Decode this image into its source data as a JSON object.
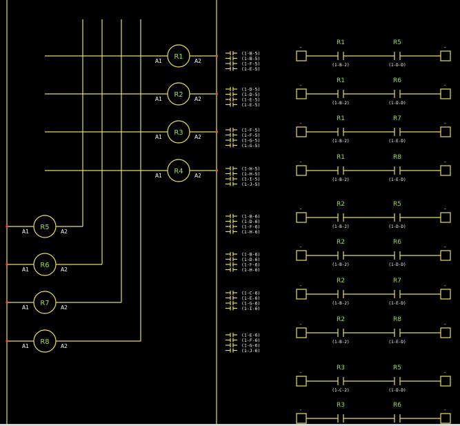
{
  "top_coils": [
    {
      "name": "R1",
      "pin_left": "A1",
      "pin_right": "A2"
    },
    {
      "name": "R2",
      "pin_left": "A1",
      "pin_right": "A2"
    },
    {
      "name": "R3",
      "pin_left": "A1",
      "pin_right": "A2"
    },
    {
      "name": "R4",
      "pin_left": "A1",
      "pin_right": "A2"
    }
  ],
  "bottom_coils": [
    {
      "name": "R5",
      "pin_left": "A1",
      "pin_right": "A2"
    },
    {
      "name": "R6",
      "pin_left": "A1",
      "pin_right": "A2"
    },
    {
      "name": "R7",
      "pin_left": "A1",
      "pin_right": "A2"
    },
    {
      "name": "R8",
      "pin_left": "A1",
      "pin_right": "A2"
    }
  ],
  "contact_groups": [
    [
      "(1-B-5)",
      "(1-B-5)",
      "(1-F-5)",
      "(1-E-5)"
    ],
    [
      "(1-D-5)",
      "(1-D-5)",
      "(1-E-5)",
      "(1-E-5)"
    ],
    [
      "(1-F-5)",
      "(1-F-5)",
      "(1-G-5)",
      "(1-G-5)"
    ],
    [
      "(1-H-5)",
      "(1-H-5)",
      "(1-I-5)",
      "(1-J-5)"
    ],
    [
      "(1-B-6)",
      "(1-D-6)",
      "(1-F-6)",
      "(1-H-6)"
    ],
    [
      "(1-B-6)",
      "(1-D-6)",
      "(1-F-6)",
      "(1-H-6)"
    ],
    [
      "(1-C-6)",
      "(1-E-6)",
      "(1-G-6)",
      "(1-I-6)"
    ],
    [
      "(1-E-6)",
      "(1-F-6)",
      "(1-G-6)",
      "(1-J-6)"
    ]
  ],
  "rungs": [
    {
      "c1": "R1",
      "a1": "(1-B-2)",
      "c2": "R5",
      "a2": "(1-D-D)"
    },
    {
      "c1": "R1",
      "a1": "(1-B-2)",
      "c2": "R6",
      "a2": "(1-D-D)"
    },
    {
      "c1": "R1",
      "a1": "(1-B-2)",
      "c2": "R7",
      "a2": "(1-E-D)"
    },
    {
      "c1": "R1",
      "a1": "(1-B-2)",
      "c2": "R8",
      "a2": "(1-E-D)"
    },
    {
      "c1": "R2",
      "a1": "(1-B-2)",
      "c2": "R5",
      "a2": "(1-D-D)"
    },
    {
      "c1": "R2",
      "a1": "(1-B-2)",
      "c2": "R6",
      "a2": "(1-D-D)"
    },
    {
      "c1": "R2",
      "a1": "(1-B-2)",
      "c2": "R7",
      "a2": "(1-E-D)"
    },
    {
      "c1": "R2",
      "a1": "(1-B-2)",
      "c2": "R8",
      "a2": "(1-E-D)"
    },
    {
      "c1": "R3",
      "a1": "(1-C-2)",
      "c2": "R5",
      "a2": "(1-D-D)"
    },
    {
      "c1": "R3",
      "a1": "",
      "c2": "R6",
      "a2": ""
    }
  ],
  "terminal_mark": "-",
  "colors": {
    "wire": "#e8e060",
    "coil_label": "#9ee04a",
    "junction": "#ff4040",
    "background": "#000000"
  }
}
